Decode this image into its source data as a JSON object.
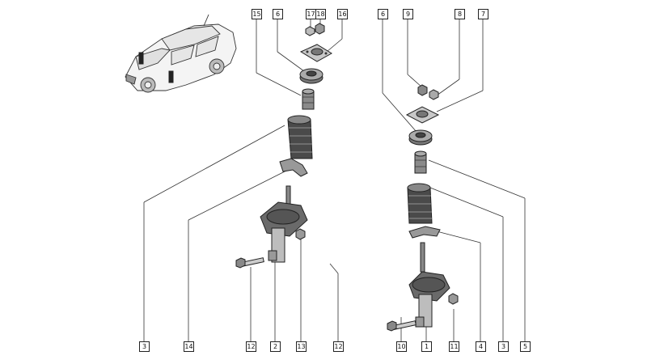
{
  "callouts": {
    "c15": "15",
    "c6a": "6",
    "c17": "17",
    "c18": "18",
    "c16": "16",
    "c6b": "6",
    "c9": "9",
    "c8": "8",
    "c7": "7",
    "c3a": "3",
    "c14": "14",
    "c12a": "12",
    "c2": "2",
    "c13": "13",
    "c12b": "12",
    "c10": "10",
    "c1": "1",
    "c11": "11",
    "c4": "4",
    "c3b": "3",
    "c5": "5"
  },
  "colors": {
    "line": "#333333",
    "fill_dark": "#555555",
    "fill_mid": "#9a9a9a",
    "fill_light": "#d6d6d6"
  }
}
